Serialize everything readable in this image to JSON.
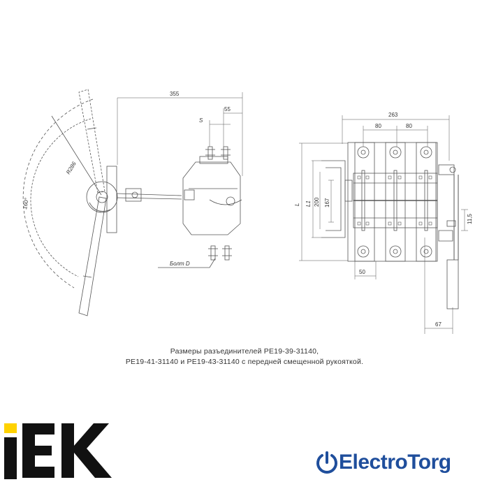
{
  "dimensions": {
    "d355": "355",
    "d55": "55",
    "s": "S",
    "r": "R286",
    "angle": "160°",
    "bolt": "Болт D",
    "d263": "263",
    "d80a": "80",
    "d80b": "80",
    "l": "L",
    "l1": "L1",
    "d200": "200",
    "d167": "167",
    "d50": "50",
    "d11_5": "11,5",
    "d67": "67"
  },
  "caption": {
    "line1": "Размеры разъединителей  РЕ19-39-31140,",
    "line2": "РЕ19-41-31140  и РЕ19-43-31140  с передней смещенной  рукояткой."
  },
  "logos": {
    "iek_text": "IEK",
    "electrotorg_text": "ElectroTorg",
    "iek_color": "#111111",
    "electrotorg_color": "#1f4e9c"
  },
  "colors": {
    "line": "#555555",
    "ink": "#333333"
  }
}
